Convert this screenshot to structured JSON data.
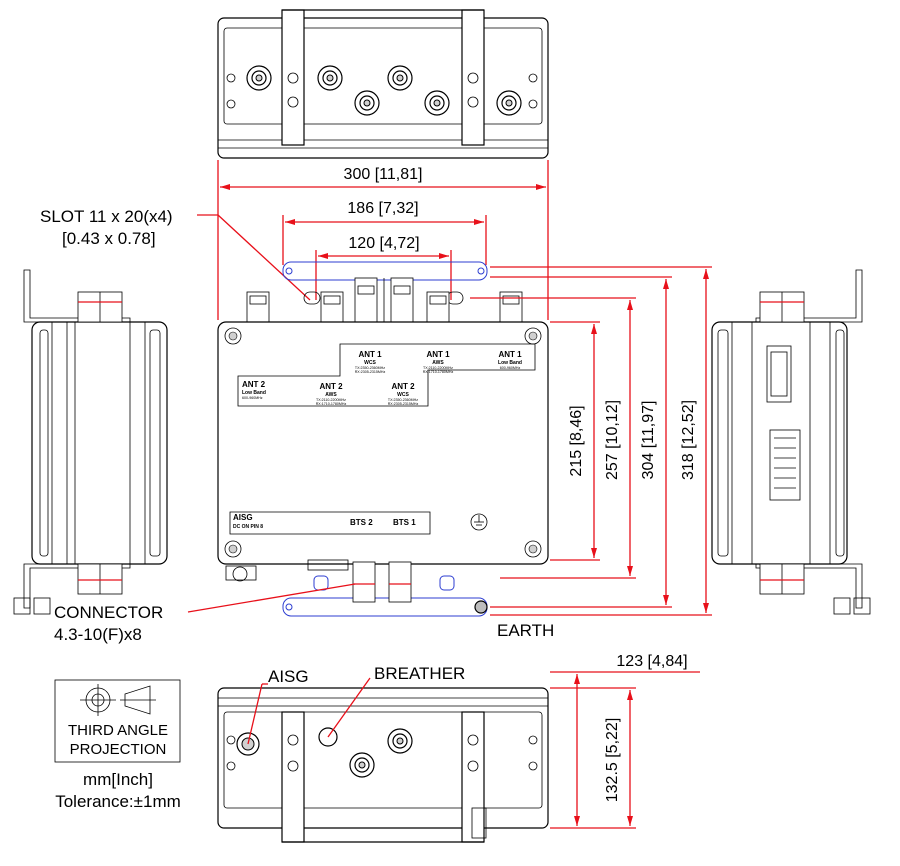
{
  "dimensions": {
    "overall_width": "300 [11,81]",
    "bracket_width": "186 [7,32]",
    "slot_pitch": "120 [4,72]",
    "body_height": "215 [8,46]",
    "height_257": "257 [10,12]",
    "height_304": "304 [11,97]",
    "height_318": "318 [12,52]",
    "depth": "123 [4,84]",
    "side_height": "132.5 [5,22]"
  },
  "callouts": {
    "slot_line1": "SLOT 11 x 20(x4)",
    "slot_line2": "[0.43 x 0.78]",
    "connector_line1": "CONNECTOR",
    "connector_line2": "4.3-10(F)x8",
    "earth": "EARTH",
    "aisg": "AISG",
    "breather": "BREATHER"
  },
  "projection": {
    "line1": "THIRD ANGLE",
    "line2": "PROJECTION"
  },
  "units": "mm[Inch]",
  "tolerance": "Tolerance:±1mm",
  "front_labels": {
    "ant1_wcs": {
      "title": "ANT 1",
      "sub": "WCS",
      "spec1": "TX:2350-2360MHz",
      "spec2": "RX:2305-2315MHz"
    },
    "ant1_aws": {
      "title": "ANT 1",
      "sub": "AWS",
      "spec1": "TX:2110-2200MHz",
      "spec2": "RX:1710-1780MHz"
    },
    "ant1_low": {
      "title": "ANT 1",
      "sub": "Low Band",
      "spec1": "600-960MHz"
    },
    "ant2_low": {
      "title": "ANT 2",
      "sub": "Low Band",
      "spec1": "600-960MHz"
    },
    "ant2_aws": {
      "title": "ANT 2",
      "sub": "AWS",
      "spec1": "TX:2110-2200MHz",
      "spec2": "RX:1710-1780MHz"
    },
    "ant2_wcs": {
      "title": "ANT 2",
      "sub": "WCS",
      "spec1": "TX:2350-2360MHz",
      "spec2": "RX:2305-2315MHz"
    },
    "aisg": "AISG",
    "dc": "DC ON PIN 8",
    "bts2": "BTS 2",
    "bts1": "BTS 1"
  },
  "colors": {
    "dimension_line": "#e8101a",
    "slot_outline": "#2d3ed1",
    "outline": "#000000"
  }
}
